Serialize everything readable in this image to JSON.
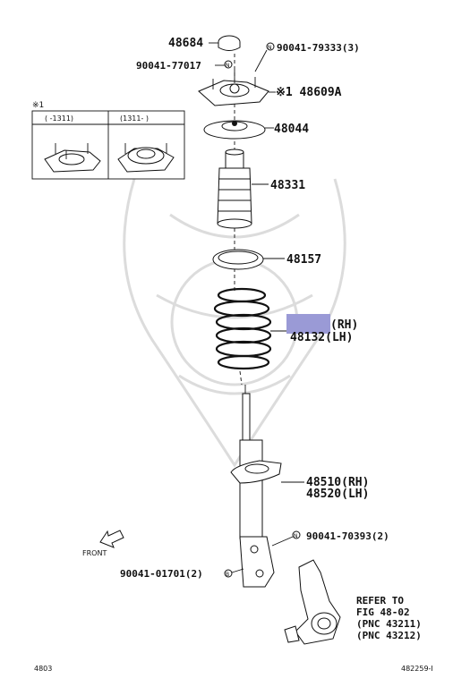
{
  "labels": {
    "p48684": "48684",
    "p90041_79333": "90041-79333(3)",
    "p90041_77017": "90041-77017",
    "p48609A": "※1 48609A",
    "p48044": "48044",
    "p48331": "48331",
    "p48157": "48157",
    "p48131_rh": "(RH)",
    "p48132": "48132(LH)",
    "p48510": "48510(RH)",
    "p48520": "48520(LH)",
    "p90041_70393": "90041-70393(2)",
    "p90041_01701": "90041-01701(2)",
    "front": "FRONT",
    "refer1": "REFER TO",
    "refer2": "FIG 48-02",
    "refer3": "(PNC 43211)",
    "refer4": "(PNC 43212)",
    "foot_left": "4803",
    "foot_right": "482259-I"
  },
  "inset": {
    "mark": "※1",
    "col1": "(    -1311)",
    "col2": "(1311-    )"
  },
  "callouts": {
    "n": "N",
    "b": "B"
  },
  "highlight_color": "#9a9ad6"
}
